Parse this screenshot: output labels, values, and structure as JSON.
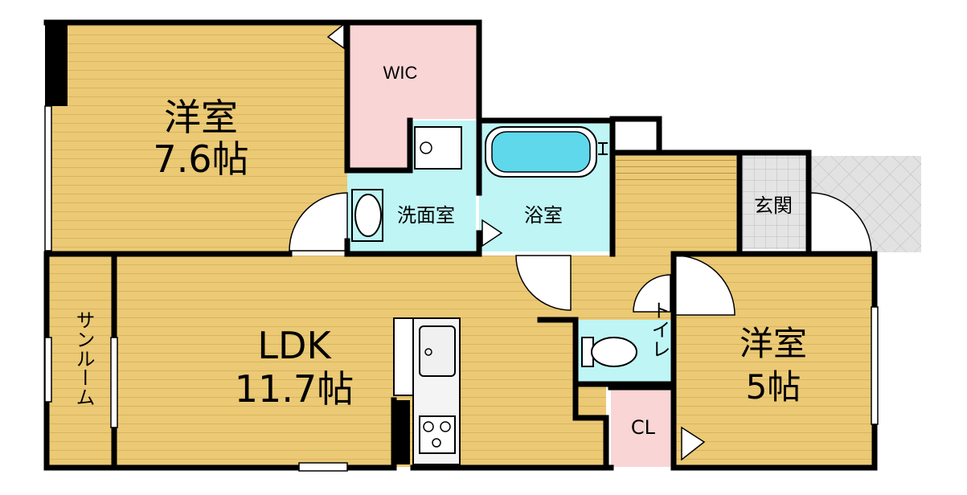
{
  "rooms": {
    "western_large": {
      "name": "洋室",
      "size": "7.6帖"
    },
    "wic": {
      "name": "WIC"
    },
    "washroom": {
      "name": "洗面室"
    },
    "bath": {
      "name": "浴室"
    },
    "entrance": {
      "name": "玄関"
    },
    "sunroom": {
      "name": "サンルーム"
    },
    "ldk": {
      "name": "LDK",
      "size": "11.7帖"
    },
    "toilet": {
      "name": "トイレ"
    },
    "western_small": {
      "name": "洋室",
      "size": "5帖"
    },
    "closet": {
      "name": "CL"
    }
  },
  "colors": {
    "wood": "#EBC975",
    "wood_line": "#D9B55F",
    "wet_area": "#BFF5F5",
    "storage": "#F9D5D5",
    "tile": "#DCDCDC",
    "wall": "#000000",
    "fixture": "#5FD8EC"
  }
}
